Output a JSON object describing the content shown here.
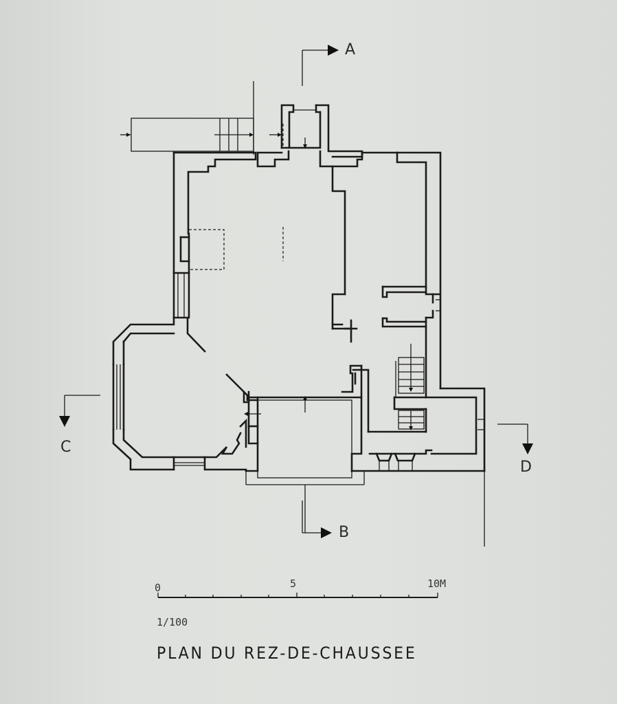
{
  "section_markers": [
    {
      "letter": "A"
    },
    {
      "letter": "B"
    },
    {
      "letter": "C"
    },
    {
      "letter": "D"
    }
  ],
  "scale_bar": {
    "ticks": [
      "0",
      "5",
      "10M"
    ],
    "ratio": "1/100"
  },
  "title": "PLAN DU REZ-DE-CHAUSSEE",
  "colors": {
    "paper": "#dcdedb",
    "ink": "#1b1b1b"
  }
}
